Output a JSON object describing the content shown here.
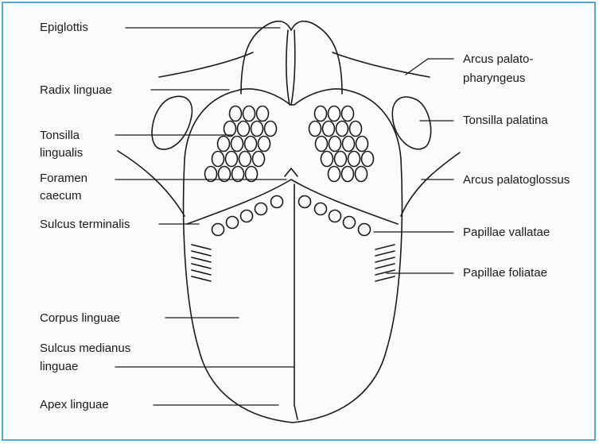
{
  "labels": {
    "epiglottis": "Epiglottis",
    "radix_linguae": "Radix linguae",
    "tonsilla_lingualis_1": "Tonsilla",
    "tonsilla_lingualis_2": "lingualis",
    "foramen_caecum_1": "Foramen",
    "foramen_caecum_2": "caecum",
    "sulcus_terminalis": "Sulcus terminalis",
    "corpus_linguae": "Corpus linguae",
    "sulcus_medianus_1": "Sulcus medianus",
    "sulcus_medianus_2": "linguae",
    "apex_linguae": "Apex linguae",
    "arcus_palatopharyngeus_1": "Arcus palato-",
    "arcus_palatopharyngeus_2": "pharyngeus",
    "tonsilla_palatina": "Tonsilla palatina",
    "arcus_palatoglossus": "Arcus palatoglossus",
    "papillae_vallatae": "Papillae vallatae",
    "papillae_foliatae": "Papillae foliatae"
  },
  "colors": {
    "line": "#1a1a1a",
    "frame": "#4fa8d8"
  }
}
